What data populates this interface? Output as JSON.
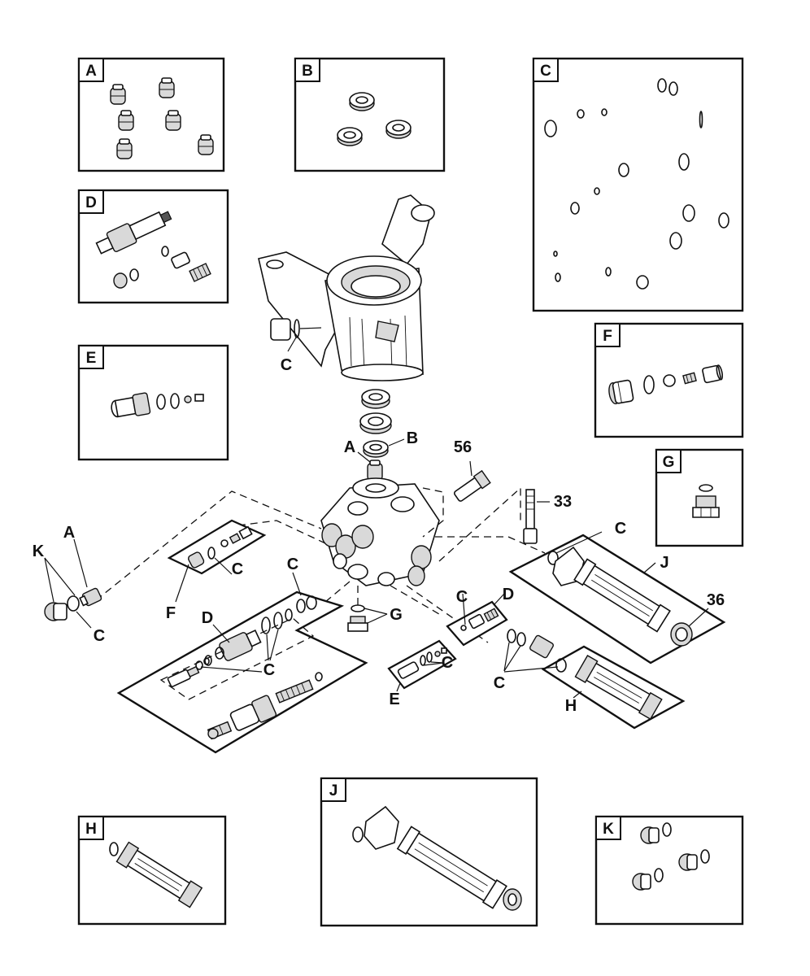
{
  "kits": {
    "A": "A",
    "B": "B",
    "C": "C",
    "D": "D",
    "E": "E",
    "F": "F",
    "G": "G",
    "H": "H",
    "J": "J",
    "K": "K"
  },
  "callouts": {
    "c_near_housing": "C",
    "b_seal": "B",
    "a_top": "A",
    "p56": "56",
    "p33": "33",
    "a_left": "A",
    "k_left": "K",
    "c_left": "C",
    "f_center": "F",
    "c_center_f": "C",
    "c_top_d": "C",
    "d_left": "D",
    "c_d_group": "C",
    "g_center": "G",
    "c_small_d": "C",
    "d_small": "D",
    "c_e_kit": "C",
    "e_center": "E",
    "c_right_top": "C",
    "j_right": "J",
    "p36": "36",
    "c_right_low": "C",
    "h_right": "H"
  }
}
